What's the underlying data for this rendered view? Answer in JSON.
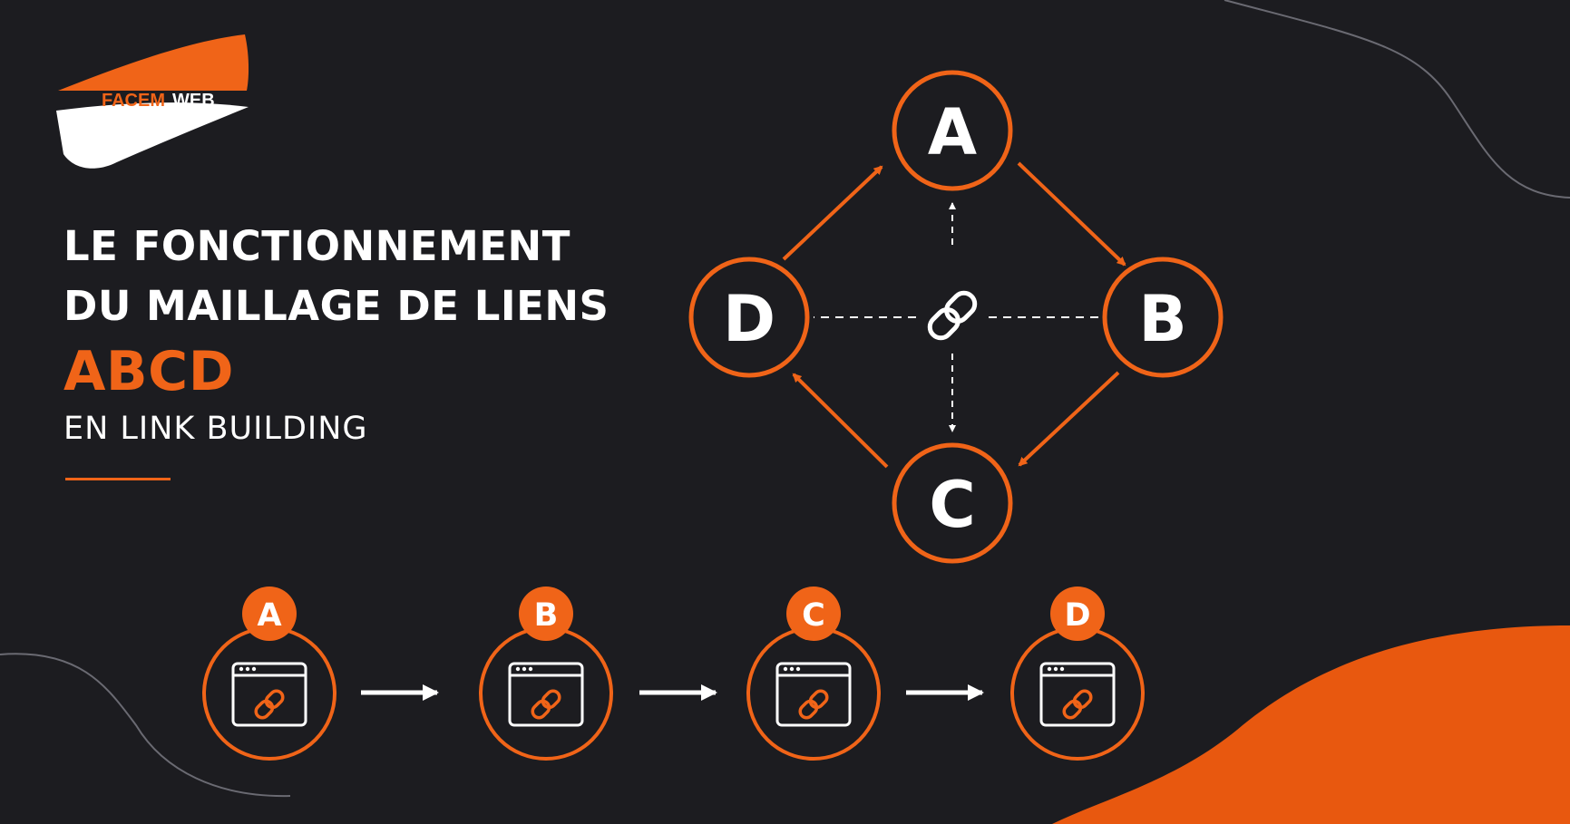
{
  "logo": {
    "text_orange": "FACEM",
    "text_white": "WEB"
  },
  "title": {
    "line1": "LE FONCTIONNEMENT",
    "line2": "DU MAILLAGE DE LIENS",
    "line3": "ABCD",
    "line4": "EN LINK BUILDING"
  },
  "colors": {
    "background": "#1c1c20",
    "accent": "#f06418",
    "text": "#ffffff"
  },
  "diagram": {
    "nodes": [
      "A",
      "B",
      "C",
      "D"
    ],
    "cycle_edges": [
      [
        "A",
        "B"
      ],
      [
        "B",
        "C"
      ],
      [
        "C",
        "D"
      ],
      [
        "D",
        "A"
      ]
    ],
    "center_icon": "chain-link-icon"
  },
  "sequence": {
    "steps": [
      {
        "label": "A",
        "icon": "browser-link-icon"
      },
      {
        "label": "B",
        "icon": "browser-link-icon"
      },
      {
        "label": "C",
        "icon": "browser-link-icon"
      },
      {
        "label": "D",
        "icon": "browser-link-icon"
      }
    ],
    "connector_icon": "arrow-right-icon"
  }
}
